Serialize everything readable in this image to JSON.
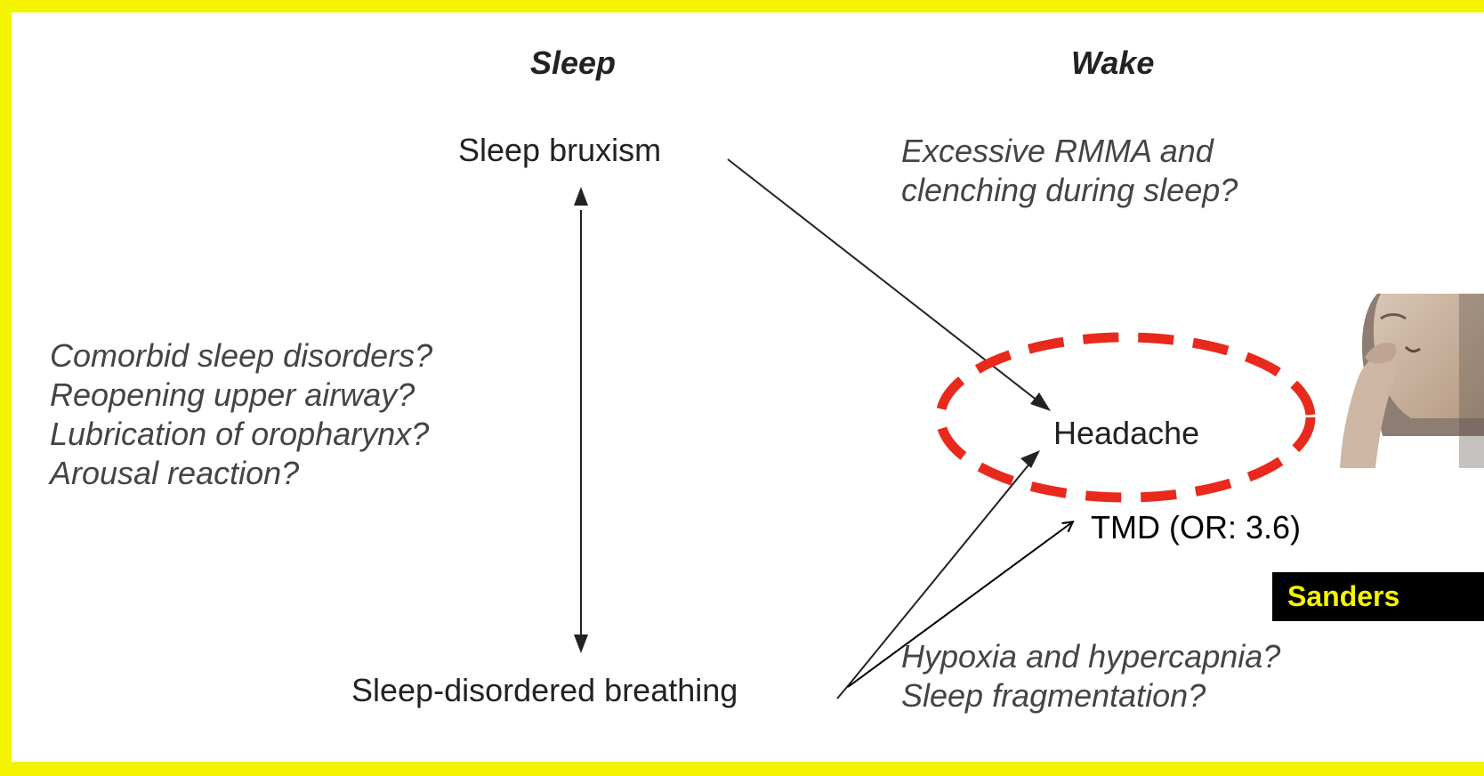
{
  "columns": {
    "sleep": "Sleep",
    "wake": "Wake"
  },
  "nodes": {
    "sleep_bruxism": "Sleep bruxism",
    "sleep_disordered_breathing": "Sleep-disordered breathing",
    "headache": "Headache"
  },
  "questions": {
    "rmma": [
      "Excessive RMMA and",
      "clenching during sleep?"
    ],
    "comorbid": [
      "Comorbid sleep disorders?",
      "Reopening upper airway?",
      "Lubrication of oropharynx?",
      "Arousal reaction?"
    ],
    "hypoxia": [
      "Hypoxia and hypercapnia?",
      "Sleep fragmentation?"
    ]
  },
  "annotations": {
    "tmd": "TMD (OR: 3.6)",
    "citation": "Sanders"
  },
  "photo": {
    "icon": "woman-with-headache-photo"
  },
  "colors": {
    "border": "#f4f400",
    "highlight_ellipse": "#e8291c",
    "citation_bg": "#000000",
    "citation_text": "#f4f400"
  }
}
